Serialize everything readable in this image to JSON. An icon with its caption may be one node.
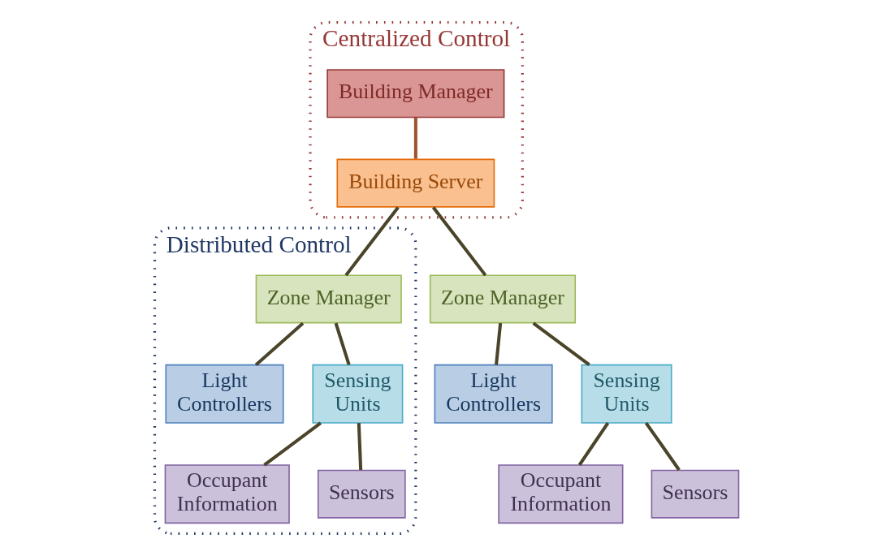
{
  "diagram": {
    "nodes": [
      {
        "text": [
          "Centralized Control"
        ]
      },
      {
        "text": [
          "Building Manager"
        ],
        "in": 0
      },
      {
        "text": [
          "Building Server"
        ],
        "in": 0
      },
      {
        "text": [
          "Zone Manager"
        ]
      },
      {
        "text": [
          "Light Controllers"
        ]
      },
      {
        "text": [
          "Sensing Units"
        ]
      },
      {
        "text": [
          "Occupant Information"
        ]
      },
      {
        "text": [
          "Sensors"
        ]
      },
      {
        "text": [
          "Distributed Control"
        ]
      },
      {
        "text": [
          "Zone Manager"
        ],
        "in": 8
      },
      {
        "text": [
          "Light Controllers"
        ],
        "in": 8
      },
      {
        "text": [
          "Sensing Units"
        ],
        "in": 8
      },
      {
        "text": [
          "Occupant Information"
        ],
        "in": 8
      },
      {
        "text": [
          "Sensors"
        ],
        "in": 8
      }
    ],
    "edges": [
      {
        "from": 1,
        "to": 2,
        "arrow": "none",
        "color": "#a0522d"
      },
      {
        "from": 2,
        "to": 3,
        "arrow": "none"
      },
      {
        "from": 2,
        "to": 9,
        "arrow": "none"
      },
      {
        "from": 3,
        "to": 4,
        "arrow": "none"
      },
      {
        "from": 3,
        "to": 5,
        "arrow": "none"
      },
      {
        "from": 5,
        "to": 6,
        "arrow": "none"
      },
      {
        "from": 5,
        "to": 7,
        "arrow": "none"
      },
      {
        "from": 9,
        "to": 10,
        "arrow": "none"
      },
      {
        "from": 9,
        "to": 11,
        "arrow": "none"
      },
      {
        "from": 11,
        "to": 12,
        "arrow": "none"
      },
      {
        "from": 11,
        "to": 13,
        "arrow": "none"
      }
    ]
  }
}
